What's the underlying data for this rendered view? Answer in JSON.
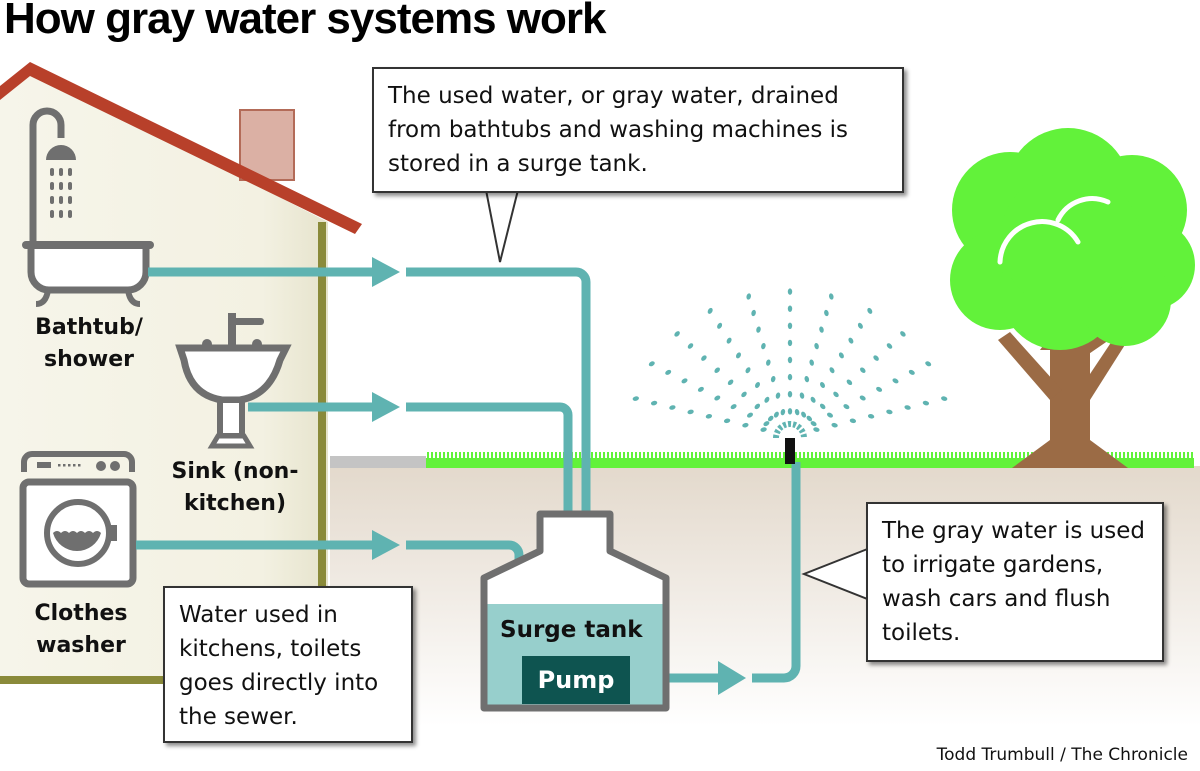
{
  "title": "How gray water systems work",
  "fixtures": [
    {
      "id": "bathtub",
      "label": "Bathtub/\nshower"
    },
    {
      "id": "sink",
      "label": "Sink (non-\nkitchen)"
    },
    {
      "id": "washer",
      "label": "Clothes\nwasher"
    }
  ],
  "callouts": {
    "surge_tank_note": "The used water, or gray water, drained from bathtubs and washing machines is stored in a surge tank.",
    "sewer_note": "Water used in kitchens, toilets goes directly into the sewer.",
    "irrigation_note": "The gray water is used to irrigate gardens, wash cars and flush toilets."
  },
  "tank": {
    "label": "Surge tank",
    "pump_label": "Pump"
  },
  "credit": "Todd Trumbull / The Chronicle",
  "colors": {
    "pipe": "#5fb3b1",
    "tank_water": "#97cfcc",
    "pump": "#0e5450",
    "roof": "#b8402a",
    "wall": "#f4f2e4",
    "wall_edge": "#8a8a3a",
    "grass": "#62f23a",
    "ground": "#e6ddd2",
    "trunk": "#9b6b45",
    "icon_gray": "#6f6f6f"
  }
}
